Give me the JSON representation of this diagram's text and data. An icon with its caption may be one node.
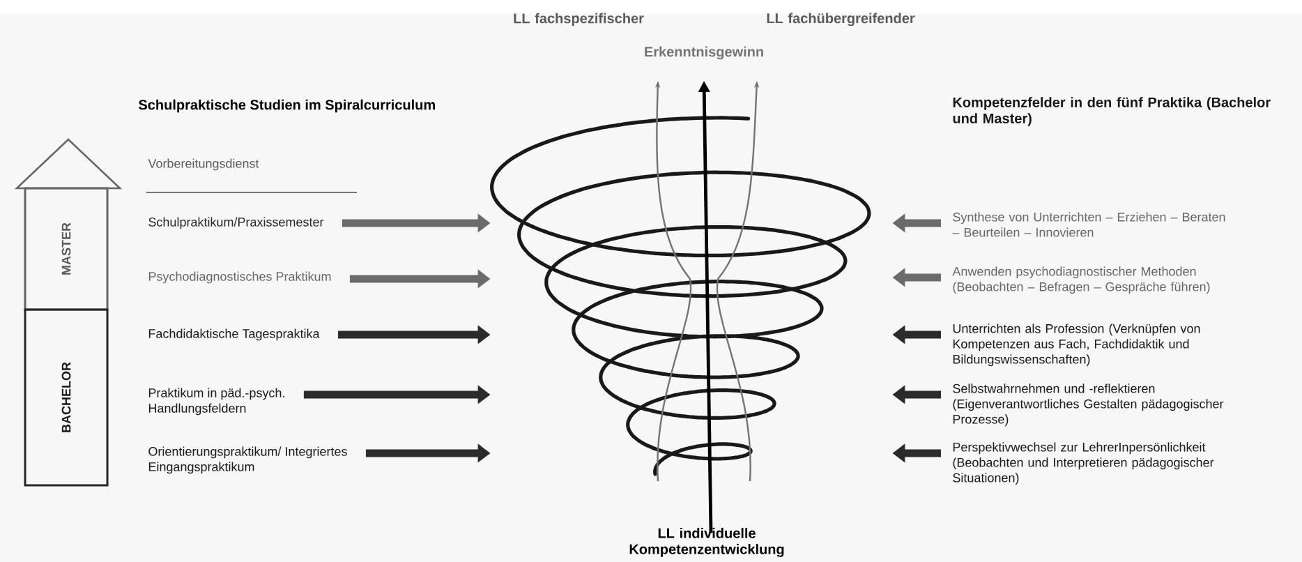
{
  "diagram": {
    "title": "Schulpraktische Studien im Spiralcurriculum",
    "nodes": [
      {
        "text": [
          "MASTER"
        ]
      },
      {
        "text": [
          "BACHELOR"
        ]
      },
      {
        "text": [
          "Schulpraktikum/Praxissemester"
        ]
      },
      {
        "text": [
          "Psychodiagnostisches Praktikum"
        ]
      },
      {
        "text": [
          "Fachdidaktische Tagespraktika"
        ]
      },
      {
        "text": [
          "Praktikum in päd.-psych. Handlungsfeldern"
        ]
      },
      {
        "text": [
          "Orientierungspraktikum/ Integriertes Eingangspraktikum"
        ]
      },
      {
        "text": [],
        "shape": "spiral"
      },
      {
        "text": [
          "Synthese von Unterrichten – Erziehen – Beraten – Beurteilen – Innovieren"
        ]
      },
      {
        "text": [
          "Anwenden psychodiagnostischer Methoden (Beobachten – Befragen – Gespräche führen)"
        ]
      },
      {
        "text": [
          "Unterrichten als Profession (Verknüpfen von Kompetenzen aus Fach, Fachdidaktik und Bildungswissenschaften)"
        ]
      },
      {
        "text": [
          "Selbstwahrnehmen und -reflektieren (Eigenverantwortliches Gestalten pädagogischer Prozesse)"
        ]
      },
      {
        "text": [
          "Perspektivwechsel zur LehrerInpersönlichkeit (Beobachten und Interpretieren pädagogischer Situationen)"
        ]
      }
    ],
    "edges": [
      {
        "from": 2,
        "to": 7,
        "arrow": "to",
        "color": "#6b6b6b"
      },
      {
        "from": 3,
        "to": 7,
        "arrow": "to",
        "color": "#6b6b6b"
      },
      {
        "from": 4,
        "to": 7,
        "arrow": "to"
      },
      {
        "from": 5,
        "to": 7,
        "arrow": "to"
      },
      {
        "from": 6,
        "to": 7,
        "arrow": "to"
      },
      {
        "from": 8,
        "to": 7,
        "arrow": "to",
        "color": "#6b6b6b"
      },
      {
        "from": 9,
        "to": 7,
        "arrow": "to",
        "color": "#6b6b6b"
      },
      {
        "from": 10,
        "to": 7,
        "arrow": "to"
      },
      {
        "from": 11,
        "to": 7,
        "arrow": "to"
      },
      {
        "from": 12,
        "to": 7,
        "arrow": "to"
      }
    ],
    "labels": [
      "LL fachspezifischer",
      "LL fachübergreifender",
      "Erkenntnisgewinn",
      "Kompetenzfelder in den fünf Praktika (Bachelor und Master)",
      "Vorbereitungsdienst",
      "LL individuelle Kompetenzentwicklung"
    ]
  }
}
